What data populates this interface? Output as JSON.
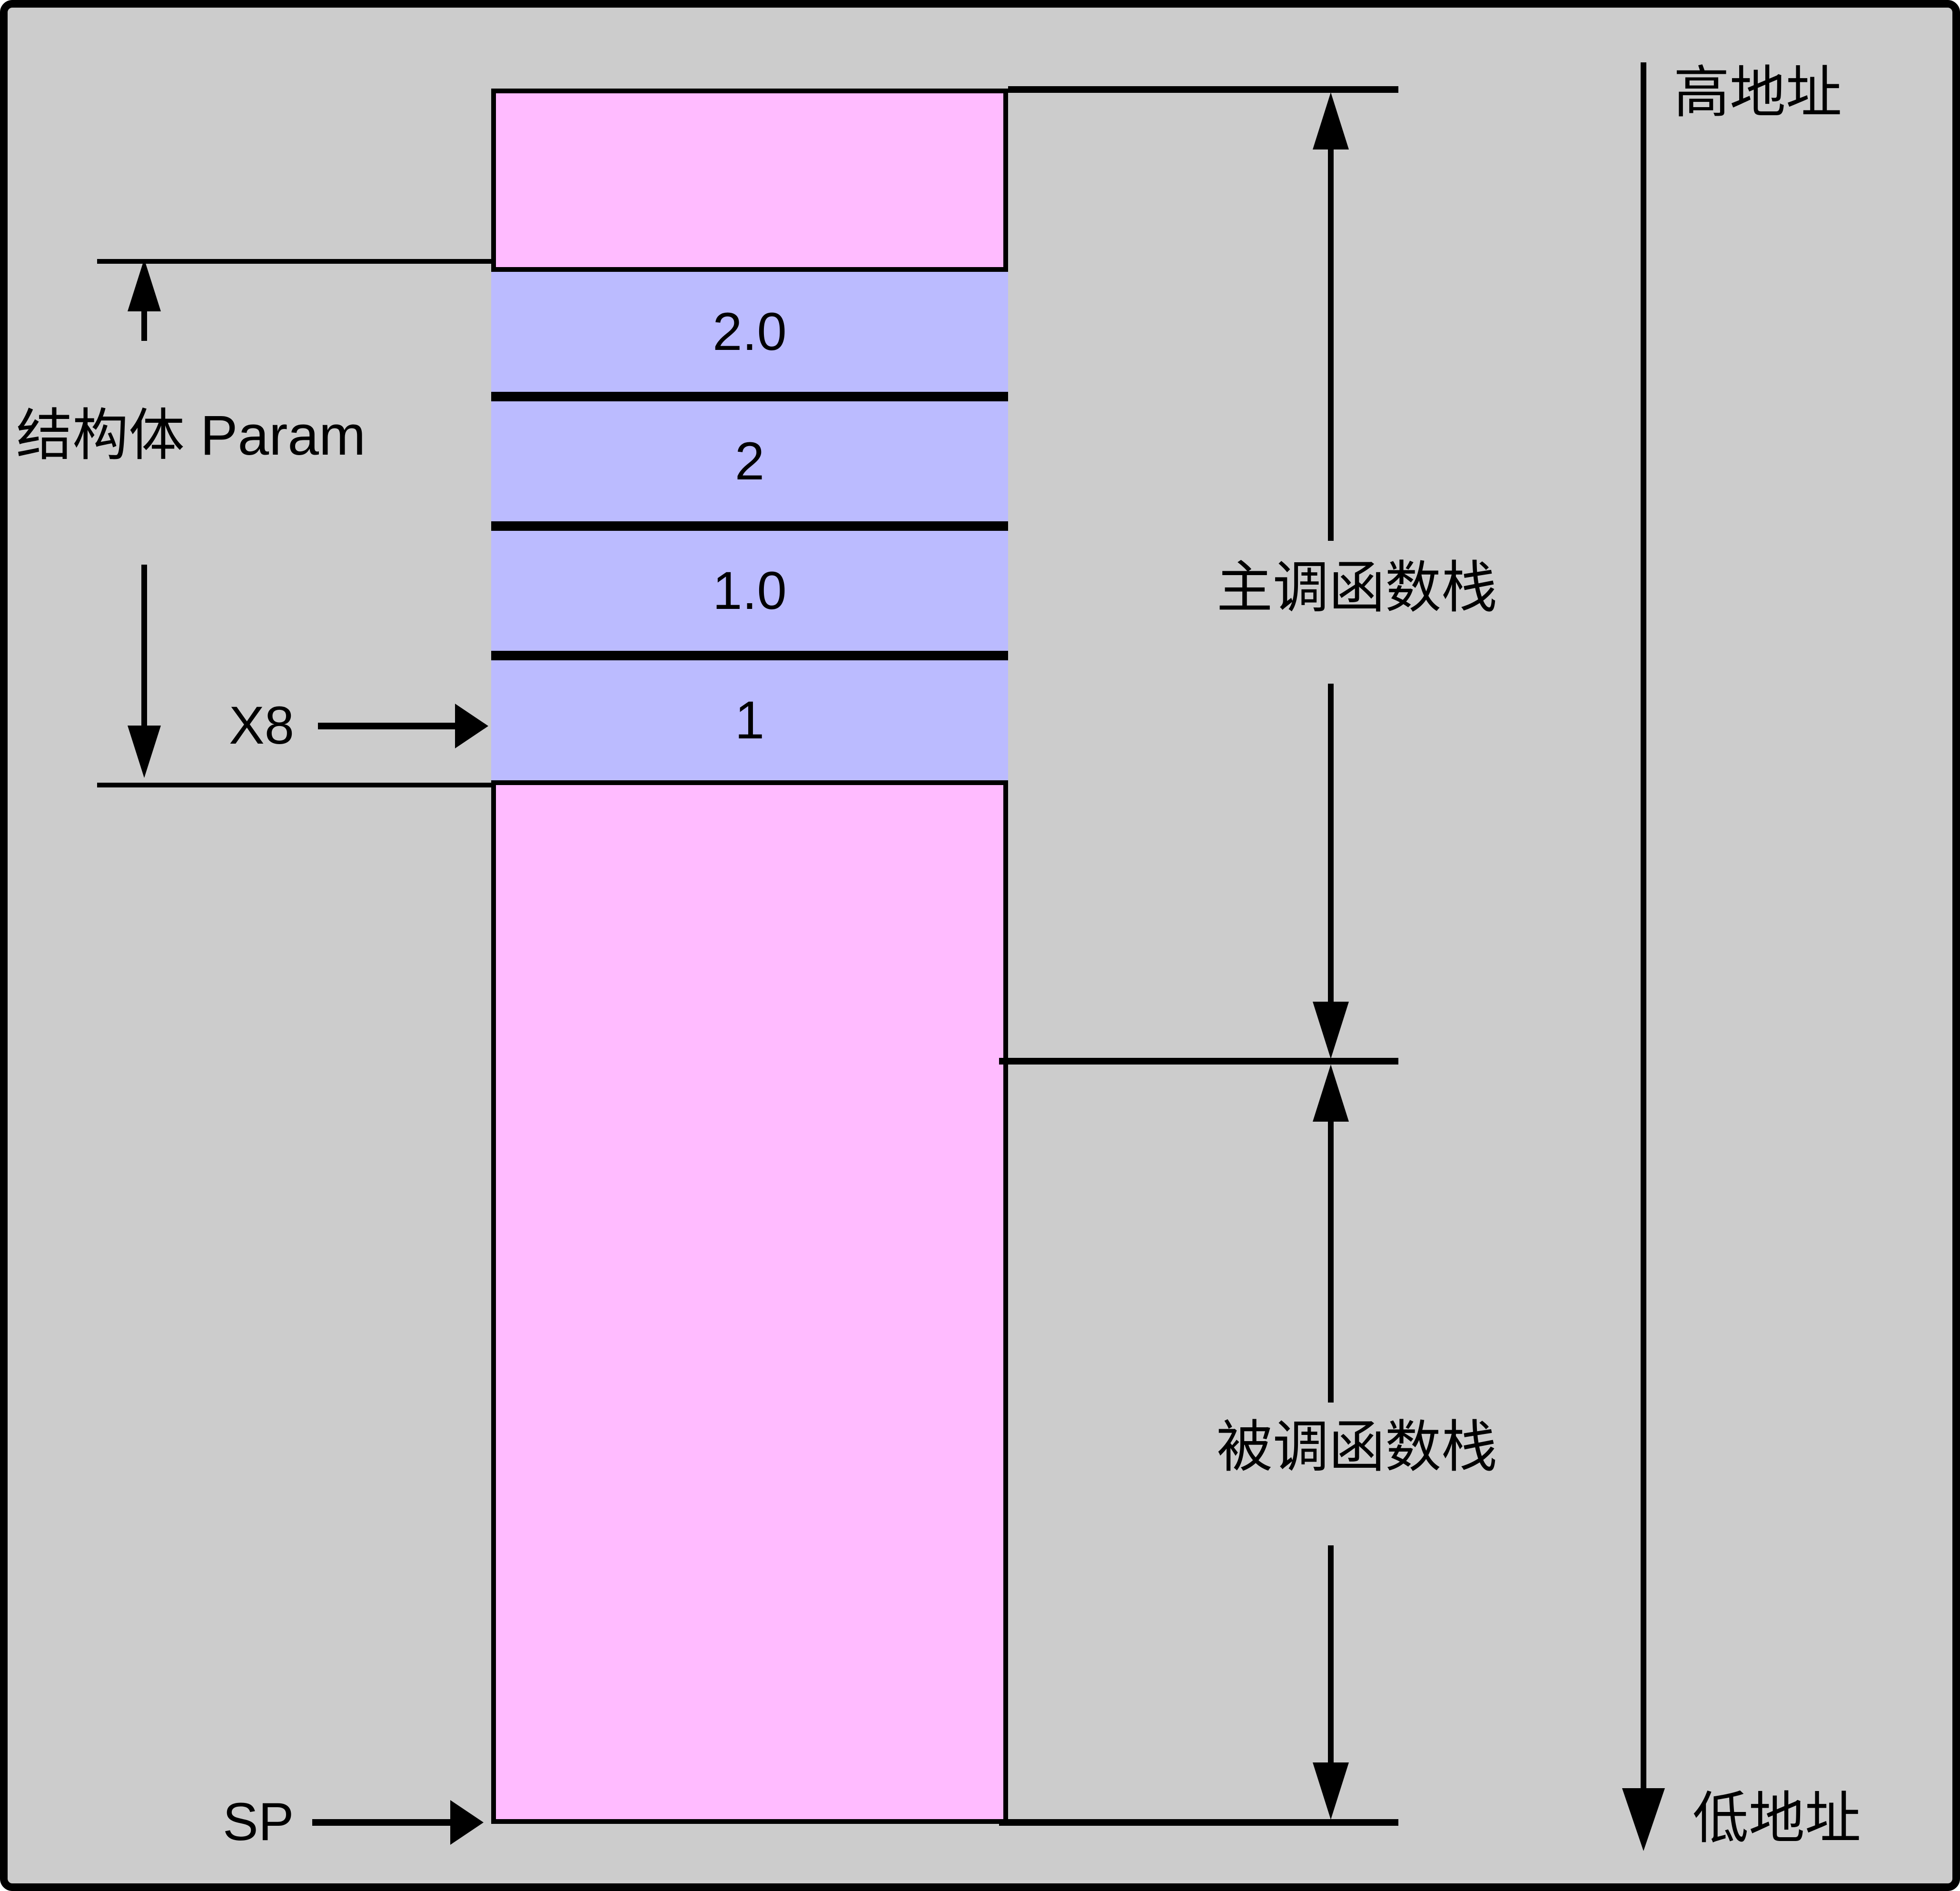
{
  "diagram": {
    "title_semantic": "function-call-stack-layout",
    "background_color": "#cccccc",
    "border_color": "#000000",
    "stack_fill_color": "#ffbbff",
    "struct_fill_color": "#bbbbff",
    "line_color": "#000000"
  },
  "stack_cells": [
    {
      "value": "2.0"
    },
    {
      "value": "2"
    },
    {
      "value": "1.0"
    },
    {
      "value": "1"
    }
  ],
  "labels": {
    "struct_bracket": "结构体 Param",
    "x8_pointer": "X8",
    "sp_pointer": "SP",
    "caller_stack": "主调函数栈",
    "callee_stack": "被调函数栈",
    "high_address": "高地址",
    "low_address": "低地址"
  }
}
